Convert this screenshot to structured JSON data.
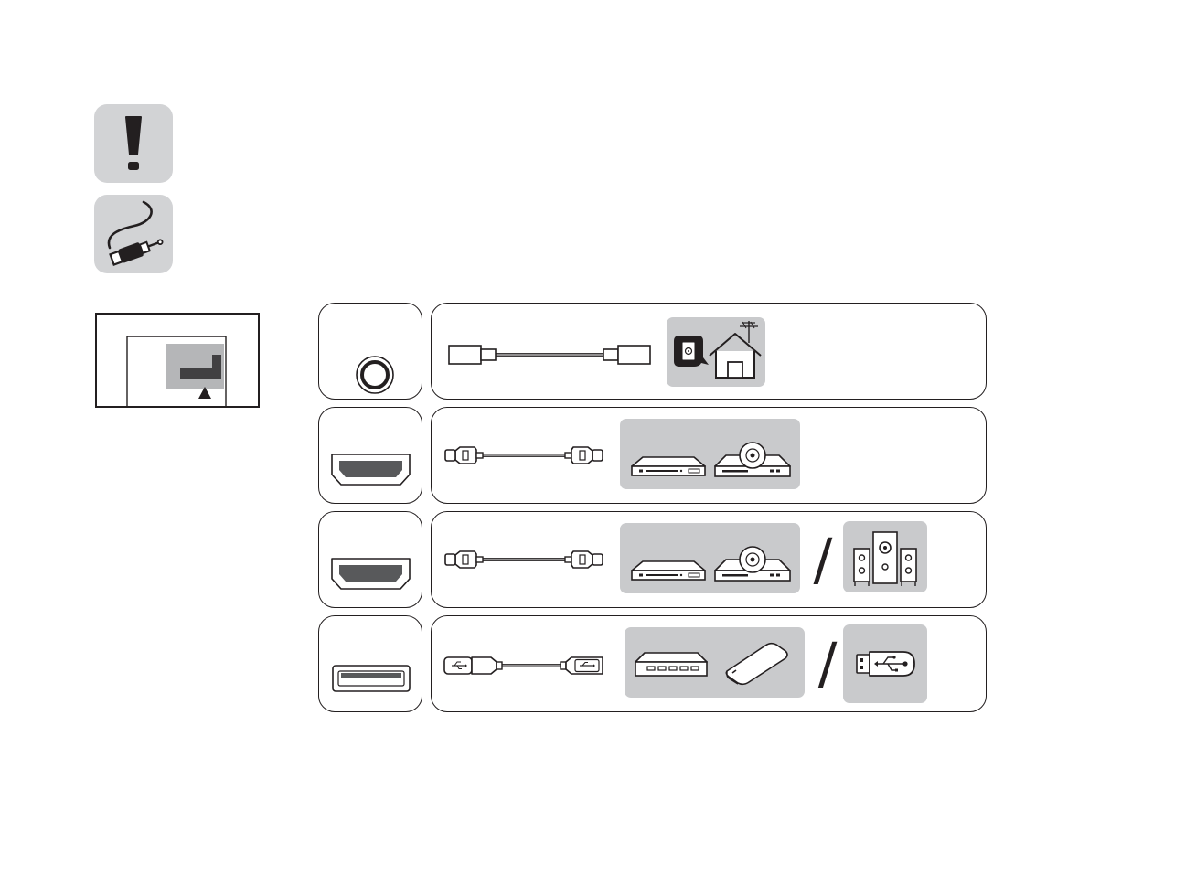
{
  "notice_badges": [
    {
      "icon": "exclamation-icon",
      "color": "#d2d3d5"
    },
    {
      "icon": "cable-plug-icon",
      "color": "#d2d3d5"
    }
  ],
  "rows": [
    {
      "port": "antenna-coax-jack",
      "cable": "coaxial-cable",
      "devices": [
        "antenna-house-icon"
      ]
    },
    {
      "port": "hdmi-port",
      "cable": "hdmi-cable",
      "devices": [
        "set-top-box-icon",
        "dvd-player-icon"
      ]
    },
    {
      "port": "hdmi-port",
      "cable": "hdmi-cable",
      "devices": [
        "set-top-box-icon",
        "dvd-player-icon"
      ],
      "alternate": [
        "speaker-system-icon"
      ]
    },
    {
      "port": "usb-port",
      "cable": "usb-cable",
      "devices": [
        "usb-hub-icon",
        "external-hard-drive-icon"
      ],
      "alternate": [
        "usb-flash-drive-icon"
      ]
    }
  ],
  "separator": "/",
  "colors": {
    "line": "#231f20",
    "panel_grey": "#c9cacc",
    "badge_grey": "#d2d3d5",
    "port_dark": "#58595b"
  }
}
